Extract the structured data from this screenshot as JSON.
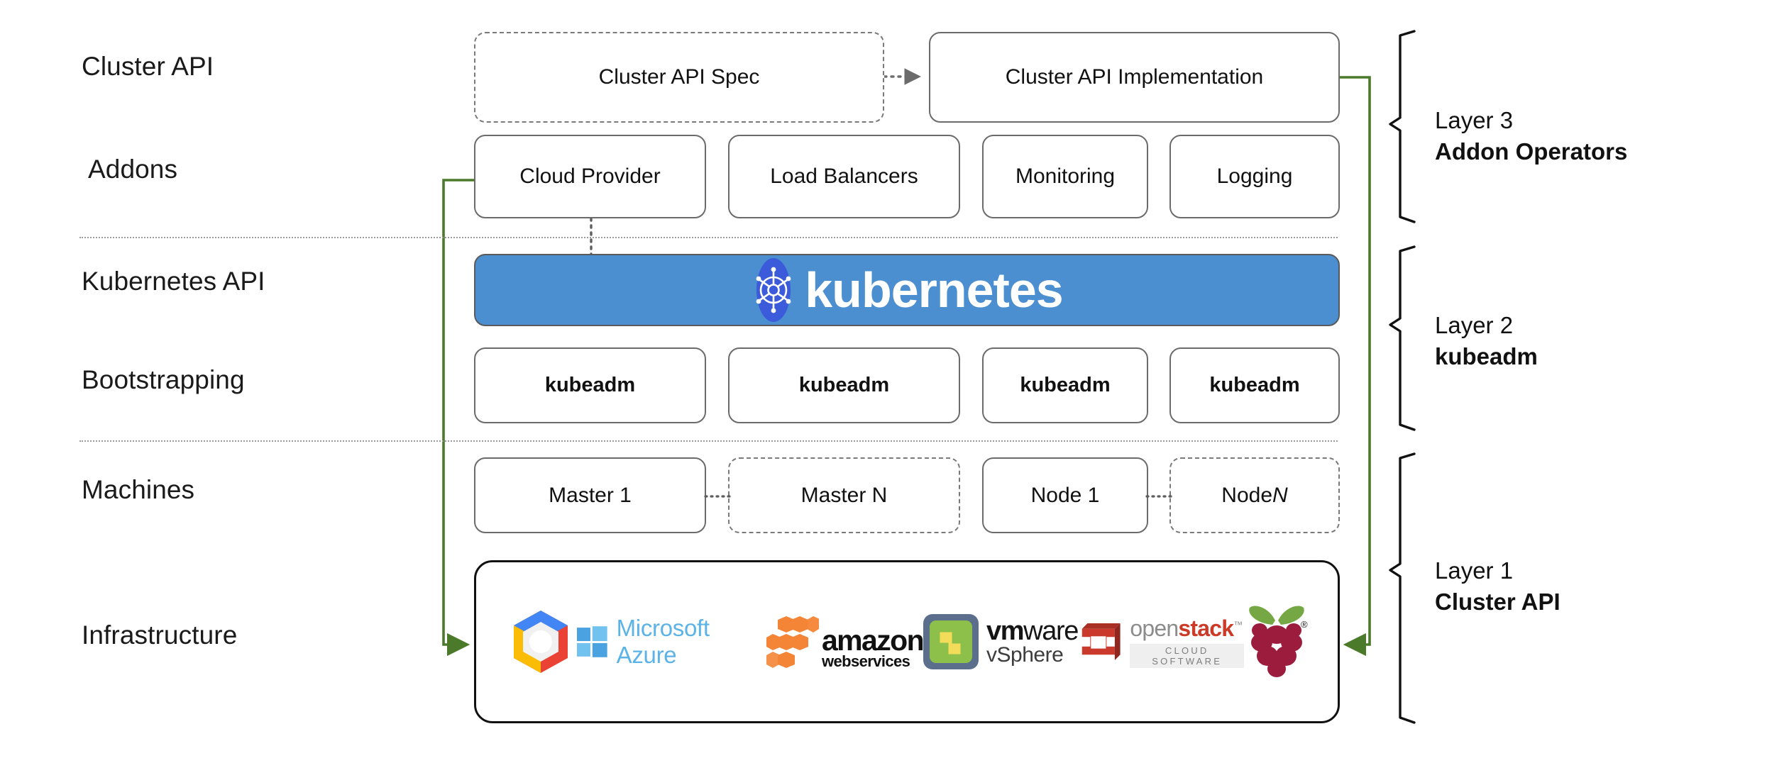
{
  "diagram": {
    "title": "Kubernetes Cluster API layered architecture",
    "accent_green": "#4a7a2a",
    "k8s_blue": "#4b8fd0",
    "separator_color": "#9a9a9a"
  },
  "row_labels": [
    {
      "id": "cluster-api",
      "text": "Cluster API"
    },
    {
      "id": "addons",
      "text": "Addons"
    },
    {
      "id": "kubernetes-api",
      "text": "Kubernetes API"
    },
    {
      "id": "bootstrapping",
      "text": "Bootstrapping"
    },
    {
      "id": "machines",
      "text": "Machines"
    },
    {
      "id": "infrastructure",
      "text": "Infrastructure"
    }
  ],
  "cluster_api_row": {
    "spec": {
      "label": "Cluster API Spec",
      "style": "dashed"
    },
    "implementation": {
      "label": "Cluster API Implementation",
      "style": "solid"
    }
  },
  "addons_row": [
    {
      "label": "Cloud Provider",
      "style": "solid"
    },
    {
      "label": "Load Balancers",
      "style": "solid"
    },
    {
      "label": "Monitoring",
      "style": "solid"
    },
    {
      "label": "Logging",
      "style": "solid"
    }
  ],
  "kubernetes_banner": {
    "wordmark": "kubernetes",
    "icon": "kubernetes-helm-icon",
    "background": "#4b8fd0",
    "text_color": "#ffffff"
  },
  "bootstrapping_row": [
    {
      "label": "kubeadm",
      "style": "solid"
    },
    {
      "label": "kubeadm",
      "style": "solid"
    },
    {
      "label": "kubeadm",
      "style": "solid"
    },
    {
      "label": "kubeadm",
      "style": "solid"
    }
  ],
  "machines_row": [
    {
      "label": "Master 1",
      "style": "solid",
      "italic_suffix": ""
    },
    {
      "label": "Master N",
      "style": "dashed",
      "italic_suffix": ""
    },
    {
      "label": "Node 1",
      "style": "solid",
      "italic_suffix": ""
    },
    {
      "label": "Node ",
      "style": "dashed",
      "italic_suffix": "N"
    }
  ],
  "infrastructure_row": {
    "providers": [
      {
        "name": "Google Cloud Platform",
        "icon": "google-cloud-logo"
      },
      {
        "name": "Microsoft Azure",
        "icon": "microsoft-azure-logo",
        "text": "Microsoft Azure"
      },
      {
        "name": "Amazon Web Services",
        "icon": "aws-logo",
        "text_top": "amazon",
        "text_bottom": "webservices"
      },
      {
        "name": "VMware vSphere",
        "icon": "vmware-logo",
        "text_top": "vmware",
        "text_bottom": "vSphere"
      },
      {
        "name": "OpenStack",
        "icon": "openstack-logo",
        "text_open": "open",
        "text_stack": "stack",
        "text_sub": "CLOUD SOFTWARE"
      },
      {
        "name": "Raspberry Pi",
        "icon": "raspberry-pi-logo"
      }
    ]
  },
  "layers": [
    {
      "id": "layer-3",
      "number": "Layer 3",
      "name": "Addon Operators"
    },
    {
      "id": "layer-2",
      "number": "Layer 2",
      "name": "kubeadm"
    },
    {
      "id": "layer-1",
      "number": "Layer 1",
      "name": "Cluster API"
    }
  ],
  "connectors": [
    {
      "id": "spec-to-implementation",
      "style": "dotted-arrow",
      "color": "#707070"
    },
    {
      "id": "cloud-provider-to-kubernetes",
      "style": "dotted",
      "color": "#6e6e6e"
    },
    {
      "id": "cloud-provider-to-infrastructure",
      "style": "solid-arrow",
      "color": "#4a7a2a"
    },
    {
      "id": "implementation-to-infrastructure",
      "style": "solid-arrow",
      "color": "#4a7a2a"
    }
  ]
}
